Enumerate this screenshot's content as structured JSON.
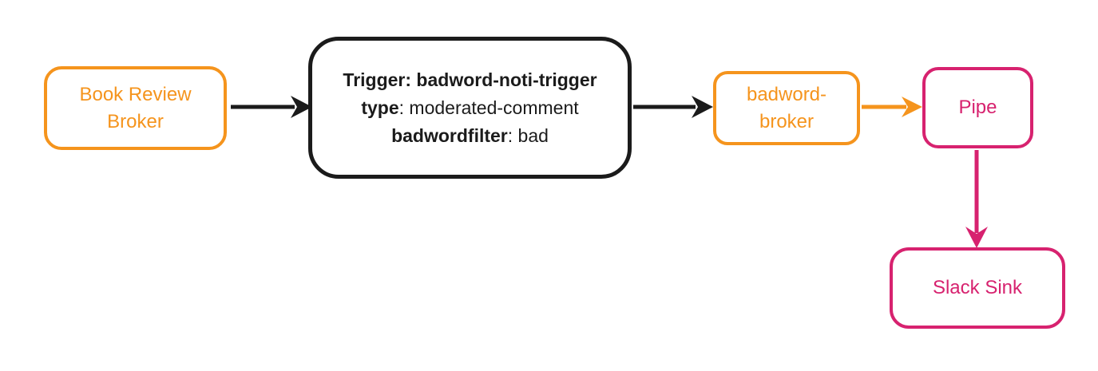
{
  "diagram": {
    "title": "eventing broker trigger flow",
    "colors": {
      "orange": "#F5941D",
      "pink": "#D7226F",
      "black": "#1B1B1B",
      "background": "#FFFFFF"
    },
    "nodes": {
      "book_review_broker": {
        "label": "Book Review Broker",
        "border_color": "#F5941D"
      },
      "trigger": {
        "line1_bold": "Trigger: badword-noti-trigger",
        "line2_bold": "type",
        "line2_rest": ": moderated-comment",
        "line3_bold": "badwordfilter",
        "line3_rest": ": bad",
        "border_color": "#1B1B1B"
      },
      "badword_broker": {
        "label": "badword-broker",
        "border_color": "#F5941D"
      },
      "pipe": {
        "label": "Pipe",
        "border_color": "#D7226F"
      },
      "slack_sink": {
        "label": "Slack Sink",
        "border_color": "#D7226F"
      }
    },
    "edges": [
      {
        "from": "book_review_broker",
        "to": "trigger",
        "direction": "right",
        "color": "#1B1B1B"
      },
      {
        "from": "trigger",
        "to": "badword_broker",
        "direction": "right",
        "color": "#1B1B1B"
      },
      {
        "from": "badword_broker",
        "to": "pipe",
        "direction": "right",
        "color": "#F5941D"
      },
      {
        "from": "pipe",
        "to": "slack_sink",
        "direction": "down",
        "color": "#D7226F"
      }
    ]
  }
}
